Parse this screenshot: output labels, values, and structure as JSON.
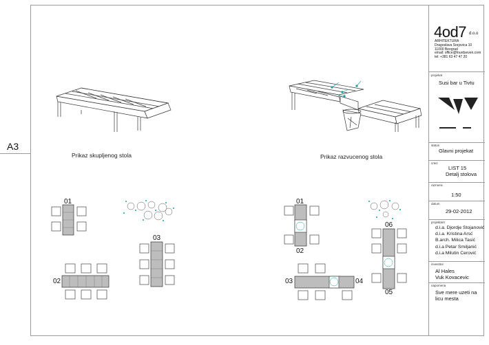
{
  "sheet": {
    "format": "A3"
  },
  "views": {
    "closed_caption": "Prikaz skupljenog stola",
    "open_caption": "Prikaz razvucenog stola"
  },
  "plan_labels": {
    "l01": "01",
    "l02": "02",
    "l03": "03",
    "r01": "01",
    "r02": "02",
    "r03": "03",
    "r04": "04",
    "r05": "05",
    "r06": "06"
  },
  "title_block": {
    "logo": "4od7",
    "logo_suffix": "d.o.o",
    "company_lines": [
      "ARHITEKTURA",
      "Dragoslava Srejovica 10",
      "11000 Beograd",
      "email: office@fourdseven.com",
      "tel: +381 63 47 47 20"
    ],
    "project_label": "projekat",
    "project": "Susi bar u Tivtu",
    "status_label": "status",
    "status": "Glavni projekat",
    "sheet_label": "crtez",
    "sheet_number": "LIST 15",
    "sheet_title": "Detalj stolova",
    "scale_label": "razmera",
    "scale": "1:50",
    "date_label": "datum",
    "date": "29-02-2012",
    "designers_label": "projektant",
    "designers": [
      "d.i.a. Djordje Stojanović",
      "d.i.a. Kristina Arsć",
      "B.arch. Milica Tasić",
      "d.i.a  Petar Smiljanić",
      "d.i.a  Milutin Cerović"
    ],
    "investor_label": "investitor",
    "investors": [
      "Al Hales",
      "Vuk Kovacevic"
    ],
    "note_label": "napomena",
    "note": "Sve mere uzeti na licu mesta"
  }
}
